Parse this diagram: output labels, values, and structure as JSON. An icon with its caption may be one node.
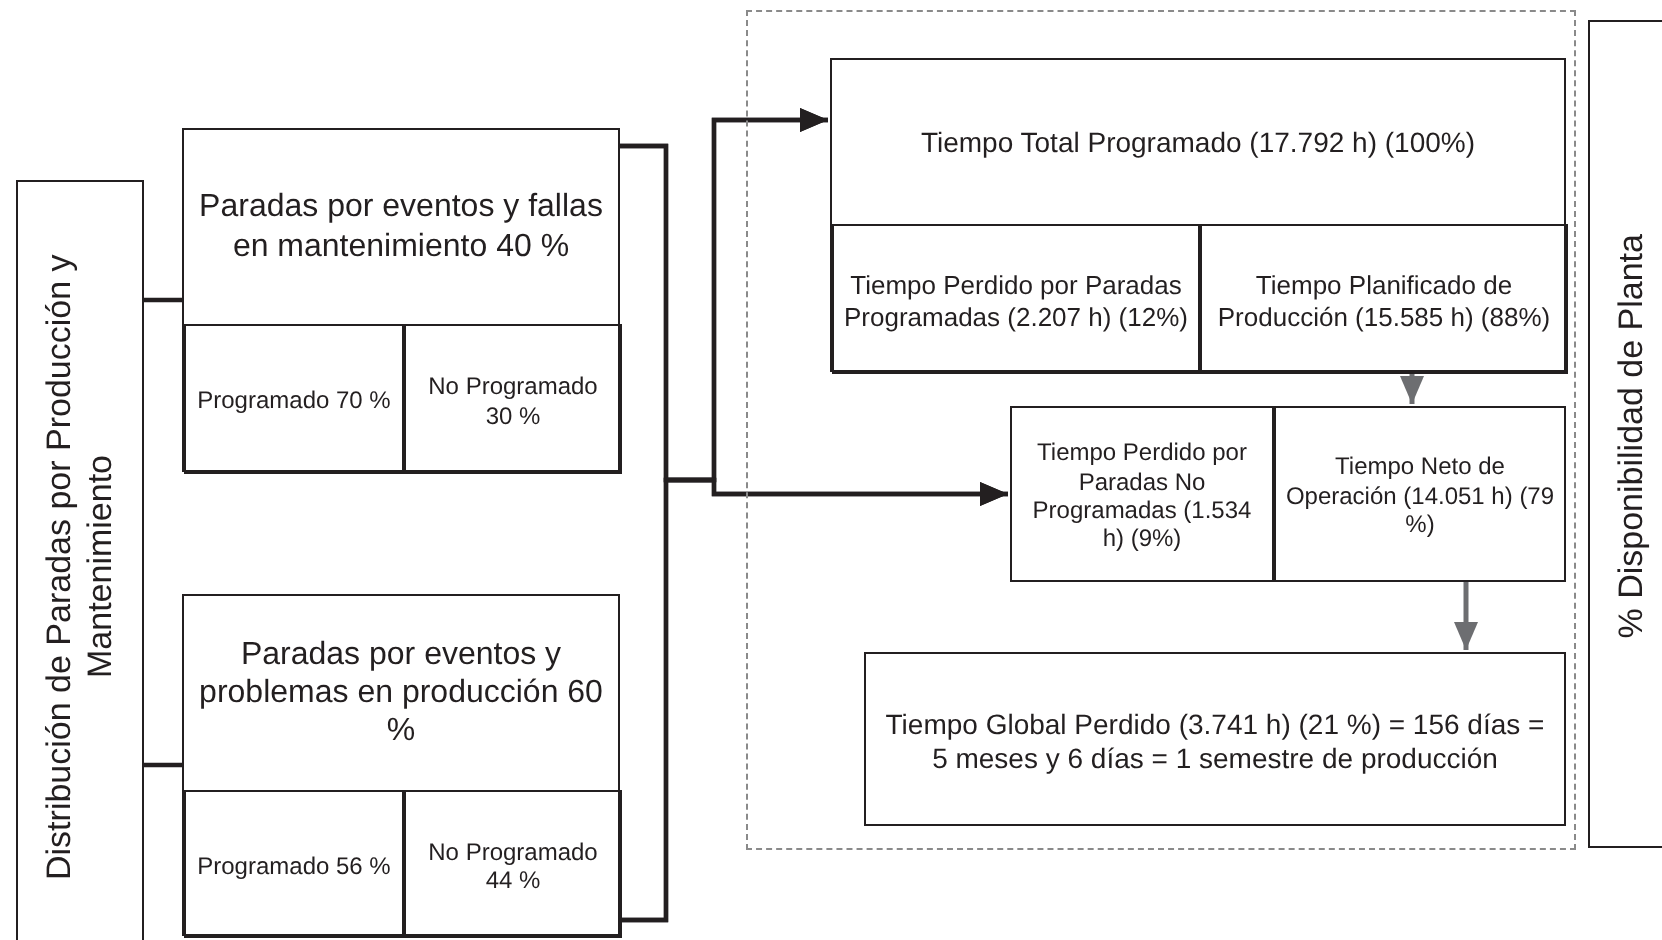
{
  "diagram": {
    "nodes": [
      {
        "text": [
          "Distribución de Paradas por Producción y Mantenimiento"
        ]
      },
      {
        "text": [
          "Paradas por eventos y fallas en mantenimiento 40 %"
        ]
      },
      {
        "text": [
          "Programado 70 %"
        ],
        "in": 1
      },
      {
        "text": [
          "No Programado 30 %"
        ],
        "in": 1
      },
      {
        "text": [
          "Paradas por eventos y problemas en producción 60 %"
        ]
      },
      {
        "text": [
          "Programado 56 %"
        ],
        "in": 4
      },
      {
        "text": [
          "No Programado 44 %"
        ],
        "in": 4
      },
      {
        "text": [],
        "shape": "box"
      },
      {
        "text": [
          "Tiempo Total Programado (17.792 h) (100%)"
        ],
        "in": 7
      },
      {
        "text": [
          "Tiempo Perdido por Paradas Programadas (2.207 h) (12%)"
        ],
        "in": 8
      },
      {
        "text": [
          "Tiempo Planificado de Producción (15.585 h) (88%)"
        ],
        "in": 8
      },
      {
        "text": [
          "Tiempo Perdido por Paradas No Programadas (1.534 h) (9%)"
        ],
        "in": 7
      },
      {
        "text": [
          "Tiempo Neto de Operación (14.051 h) (79 %)"
        ],
        "in": 7
      },
      {
        "text": [
          "Tiempo Global Perdido (3.741 h) (21 %) = 156 días = 5 meses y 6 días = 1 semestre de producción"
        ],
        "in": 7
      },
      {
        "text": [
          "% Disponibilidad de Planta"
        ]
      }
    ],
    "edges": [
      {
        "from": 0,
        "to": 1,
        "arrow": "none"
      },
      {
        "from": 0,
        "to": 4,
        "arrow": "none"
      },
      {
        "from": 1,
        "to": 8,
        "arrow": "to"
      },
      {
        "from": 4,
        "to": 8,
        "arrow": "to"
      },
      {
        "from": 1,
        "to": 11,
        "arrow": "to"
      },
      {
        "from": 4,
        "to": 11,
        "arrow": "to"
      },
      {
        "from": 10,
        "to": 12,
        "arrow": "to",
        "color": "#6d6e71"
      },
      {
        "from": 12,
        "to": 13,
        "arrow": "to",
        "color": "#6d6e71"
      }
    ]
  }
}
